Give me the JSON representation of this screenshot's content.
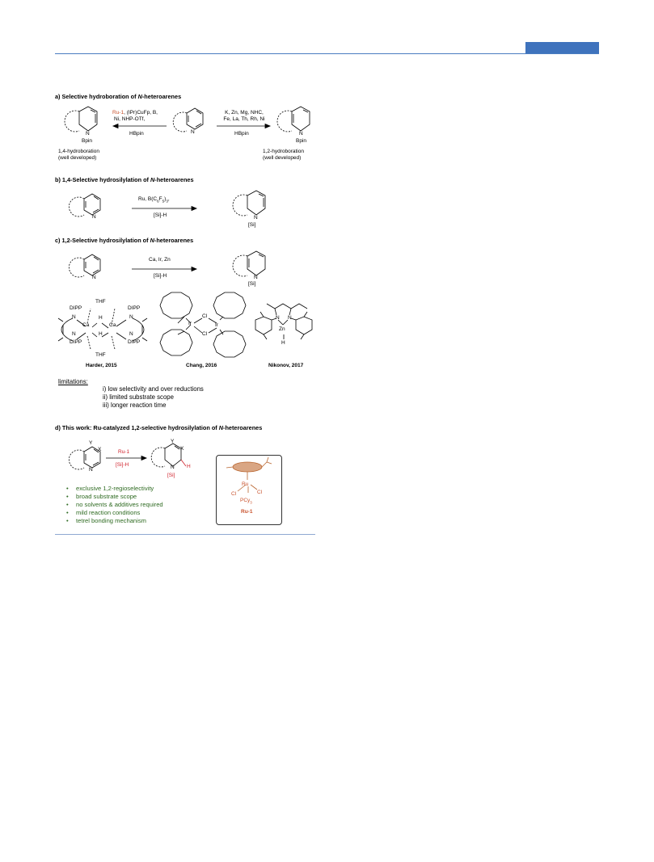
{
  "sections": {
    "a": {
      "prefix": "a) Selective hydroboration of ",
      "italic": "N",
      "suffix": "-heteroarenes"
    },
    "b": {
      "prefix": "b) 1,4-Selective hydrosilylation of ",
      "italic": "N",
      "suffix": "-heteroarenes"
    },
    "c": {
      "prefix": "c) 1,2-Selective hydrosilylation of ",
      "italic": "N",
      "suffix": "-heteroarenes"
    },
    "d": {
      "prefix": "d) This work: Ru-catalyzed 1,2-selective hydrosilylation of ",
      "italic": "N",
      "suffix": "-heteroarenes"
    }
  },
  "scheme_a": {
    "left_catalysts_red": "Ru-1",
    "left_catalysts_line1_rest": ", (IPr)CuFp, B,",
    "left_catalysts_line2": "Ni, NHP-OTf,",
    "left_reagent": "HBpin",
    "right_catalysts_line1": "K, Zn, Mg, NHC,",
    "right_catalysts_line2": "Fe, La, Th, Rh, Ni",
    "right_reagent": "HBpin",
    "left_product_caption_1": "1,4-hydroboration",
    "left_product_caption_2": "(well developed)",
    "right_product_caption_1": "1,2-hydroboration",
    "right_product_caption_2": "(well developed)",
    "atom_N": "N",
    "atom_Bpin": "Bpin"
  },
  "scheme_b": {
    "catalyst_line": "Ru,  B(C",
    "sub6": "6",
    "mid": "F",
    "sub5": "5",
    "end": ")",
    "sub3": "3",
    "tail": ",",
    "reagent": "[Si]-H",
    "atom_N": "N",
    "atom_Si": "[Si]"
  },
  "scheme_c": {
    "catalyst_line": "Ca, Ir, Zn",
    "reagent": "[Si]-H",
    "atom_N": "N",
    "atom_Si": "[Si]"
  },
  "catalysts": {
    "harder": {
      "caption": "Harder, 2015",
      "THF": "THF",
      "DIPP": "DIPP",
      "N": "N",
      "Ca": "Ca",
      "H": "H"
    },
    "chang": {
      "caption": "Chang, 2016",
      "Ir": "Ir",
      "Cl": "Cl"
    },
    "nikonov": {
      "caption": "Nikonov, 2017",
      "Zn": "Zn",
      "N": "N",
      "H": "H"
    }
  },
  "limitations": {
    "title": "limitations:",
    "items": [
      "i) low selectivity and over reductions",
      "ii) limited substrate scope",
      "iii) longer reaction time"
    ]
  },
  "scheme_d": {
    "catalyst": "Ru-1",
    "reagent": "[Si]-H",
    "atom_Y": "Y",
    "atom_X": "X",
    "atom_N": "N",
    "atom_H": "H",
    "atom_Si": "[Si]",
    "bullets": [
      "exclusive 1,2-regioselectivity",
      "broad substrate scope",
      "no solvents & additives required",
      "mild reaction conditions",
      "tetrel bonding mechanism"
    ],
    "ru1": {
      "Ru": "Ru",
      "Cl": "Cl",
      "P": "PCy",
      "sub3": "3",
      "label": "Ru-1"
    }
  },
  "colors": {
    "header_blue": "#3f73bd",
    "accent_red": "#c8502a",
    "bullet_green": "#2f6b22",
    "ru_orange": "#b9652f"
  }
}
